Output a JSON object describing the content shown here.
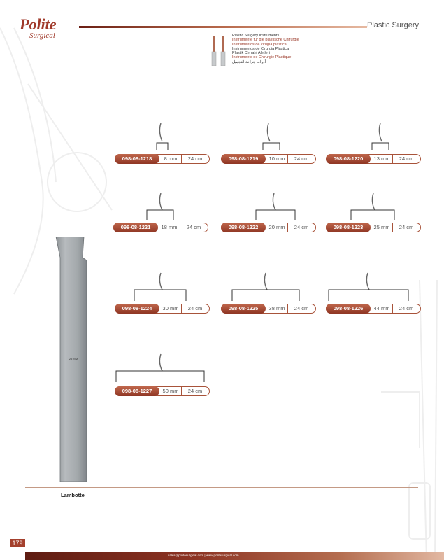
{
  "brand": {
    "name": "Polite",
    "tagline": "Surgical"
  },
  "section_title": "Plastic Surgery",
  "languages": [
    "Plastic Surgery Instruments",
    "Instrumente für die plastische Chirurgie",
    "Instrumentos de cirugía plástica",
    "Instrumentos de Cirurgia Plástica",
    "Plastik Cerrahi Aletleri",
    "Instruments de Chirurgie Plastique",
    "أدوات جراحة التجميل"
  ],
  "products": [
    {
      "code": "098-08-1218",
      "size": "8 mm",
      "length": "24 cm"
    },
    {
      "code": "098-08-1219",
      "size": "10 mm",
      "length": "24 cm"
    },
    {
      "code": "098-08-1220",
      "size": "13 mm",
      "length": "24 cm"
    },
    {
      "code": "098-08-1221",
      "size": "18 mm",
      "length": "24 cm"
    },
    {
      "code": "098-08-1222",
      "size": "20 mm",
      "length": "24 cm"
    },
    {
      "code": "098-08-1223",
      "size": "25 mm",
      "length": "24 cm"
    },
    {
      "code": "098-08-1224",
      "size": "30 mm",
      "length": "24 cm"
    },
    {
      "code": "098-08-1225",
      "size": "38 mm",
      "length": "24 cm"
    },
    {
      "code": "098-08-1226",
      "size": "44 mm",
      "length": "24 cm"
    },
    {
      "code": "098-08-1227",
      "size": "50 mm",
      "length": "24 cm"
    }
  ],
  "instrument_label": "Lambotte",
  "instrument_marking": "25 MM",
  "page_number": "179",
  "footer_text": "sales@politesurgical.com | www.politesurgical.com",
  "colors": {
    "brand": "#a0392a",
    "accent": "#a8533a",
    "footer_dark": "#5e1c12",
    "footer_light": "#e2b8a2"
  }
}
